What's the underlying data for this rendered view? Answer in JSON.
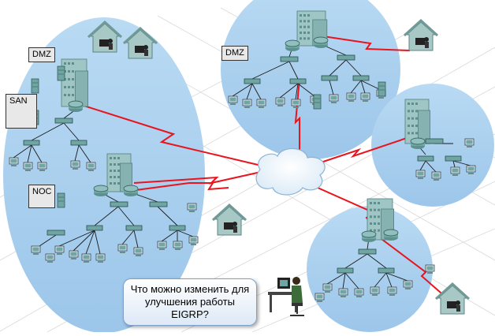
{
  "labels": {
    "dmz_left": "DMZ",
    "san": "SAN",
    "noc": "NOC",
    "dmz_top": "DMZ"
  },
  "question": "Что можно изменить для улучшения работы EIGRP?",
  "colors": {
    "region_fill": "#a9cfee",
    "wan_link": "#e8141e",
    "lan_link": "#1a1a1a",
    "cloud": "#ffffff",
    "device": "#6fa6a4"
  },
  "icons": [
    "building-icon",
    "router-icon",
    "switch-icon",
    "pc-icon",
    "server-icon",
    "house-icon",
    "cloud-icon",
    "person-at-desk-icon"
  ]
}
